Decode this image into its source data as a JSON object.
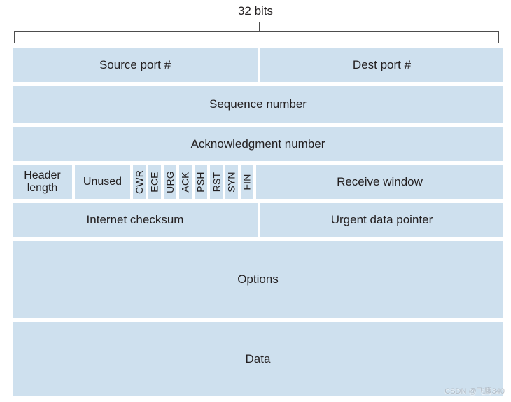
{
  "title": "32 bits",
  "watermark": "CSDN @飞鹰340",
  "colors": {
    "cell_bg": "#cee0ee",
    "text": "#231f20",
    "ruler": "#4d4d4d",
    "watermark": "#b3bdc7"
  },
  "segment": {
    "ports_row": {
      "source_port": "Source port #",
      "dest_port": "Dest port #"
    },
    "sequence_number": "Sequence number",
    "acknowledgment_number": "Acknowledgment number",
    "flags_row": {
      "header_length": "Header length",
      "unused": "Unused",
      "flags": [
        "CWR",
        "ECE",
        "URG",
        "ACK",
        "PSH",
        "RST",
        "SYN",
        "FIN"
      ],
      "receive_window": "Receive window"
    },
    "checksum_row": {
      "internet_checksum": "Internet checksum",
      "urgent_data_pointer": "Urgent data pointer"
    },
    "options": "Options",
    "data": "Data"
  }
}
